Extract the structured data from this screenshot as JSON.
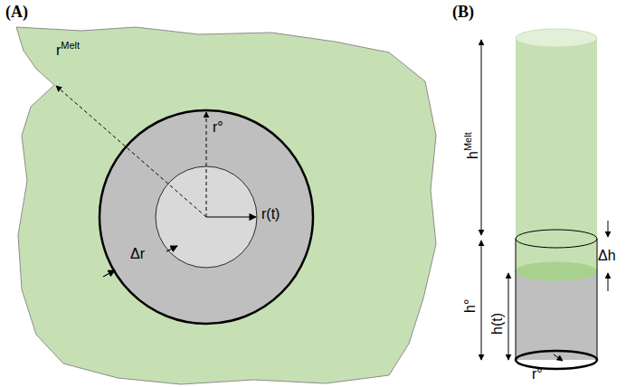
{
  "diagram": {
    "labels": [
      "(A)",
      "(B)",
      "r",
      "Melt",
      "r°",
      "r(t)",
      "Δr",
      "h",
      "Melt",
      "Δh",
      "h°",
      "h(t)",
      "r°"
    ]
  }
}
